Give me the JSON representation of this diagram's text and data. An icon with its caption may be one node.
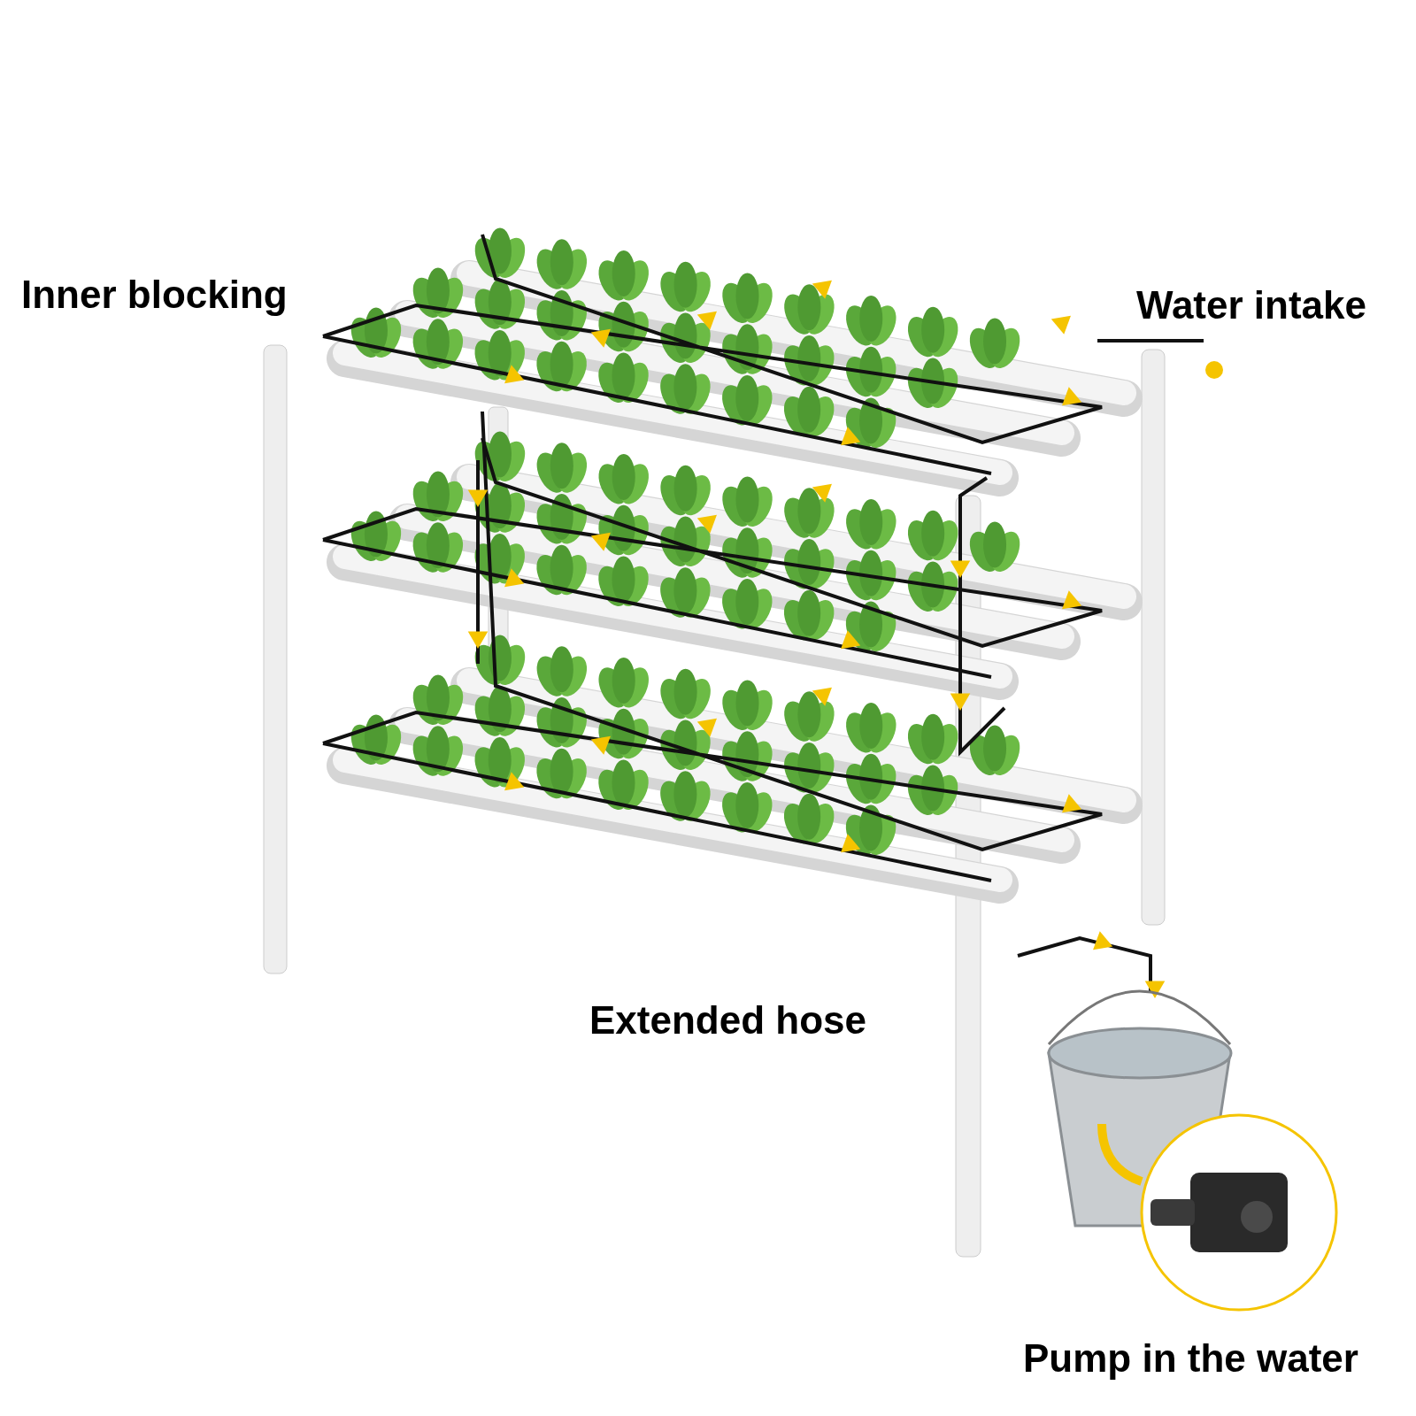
{
  "diagram": {
    "labels": [
      "Inner blocking",
      "Water intake",
      "Extended hose",
      "Pump in the water"
    ]
  }
}
